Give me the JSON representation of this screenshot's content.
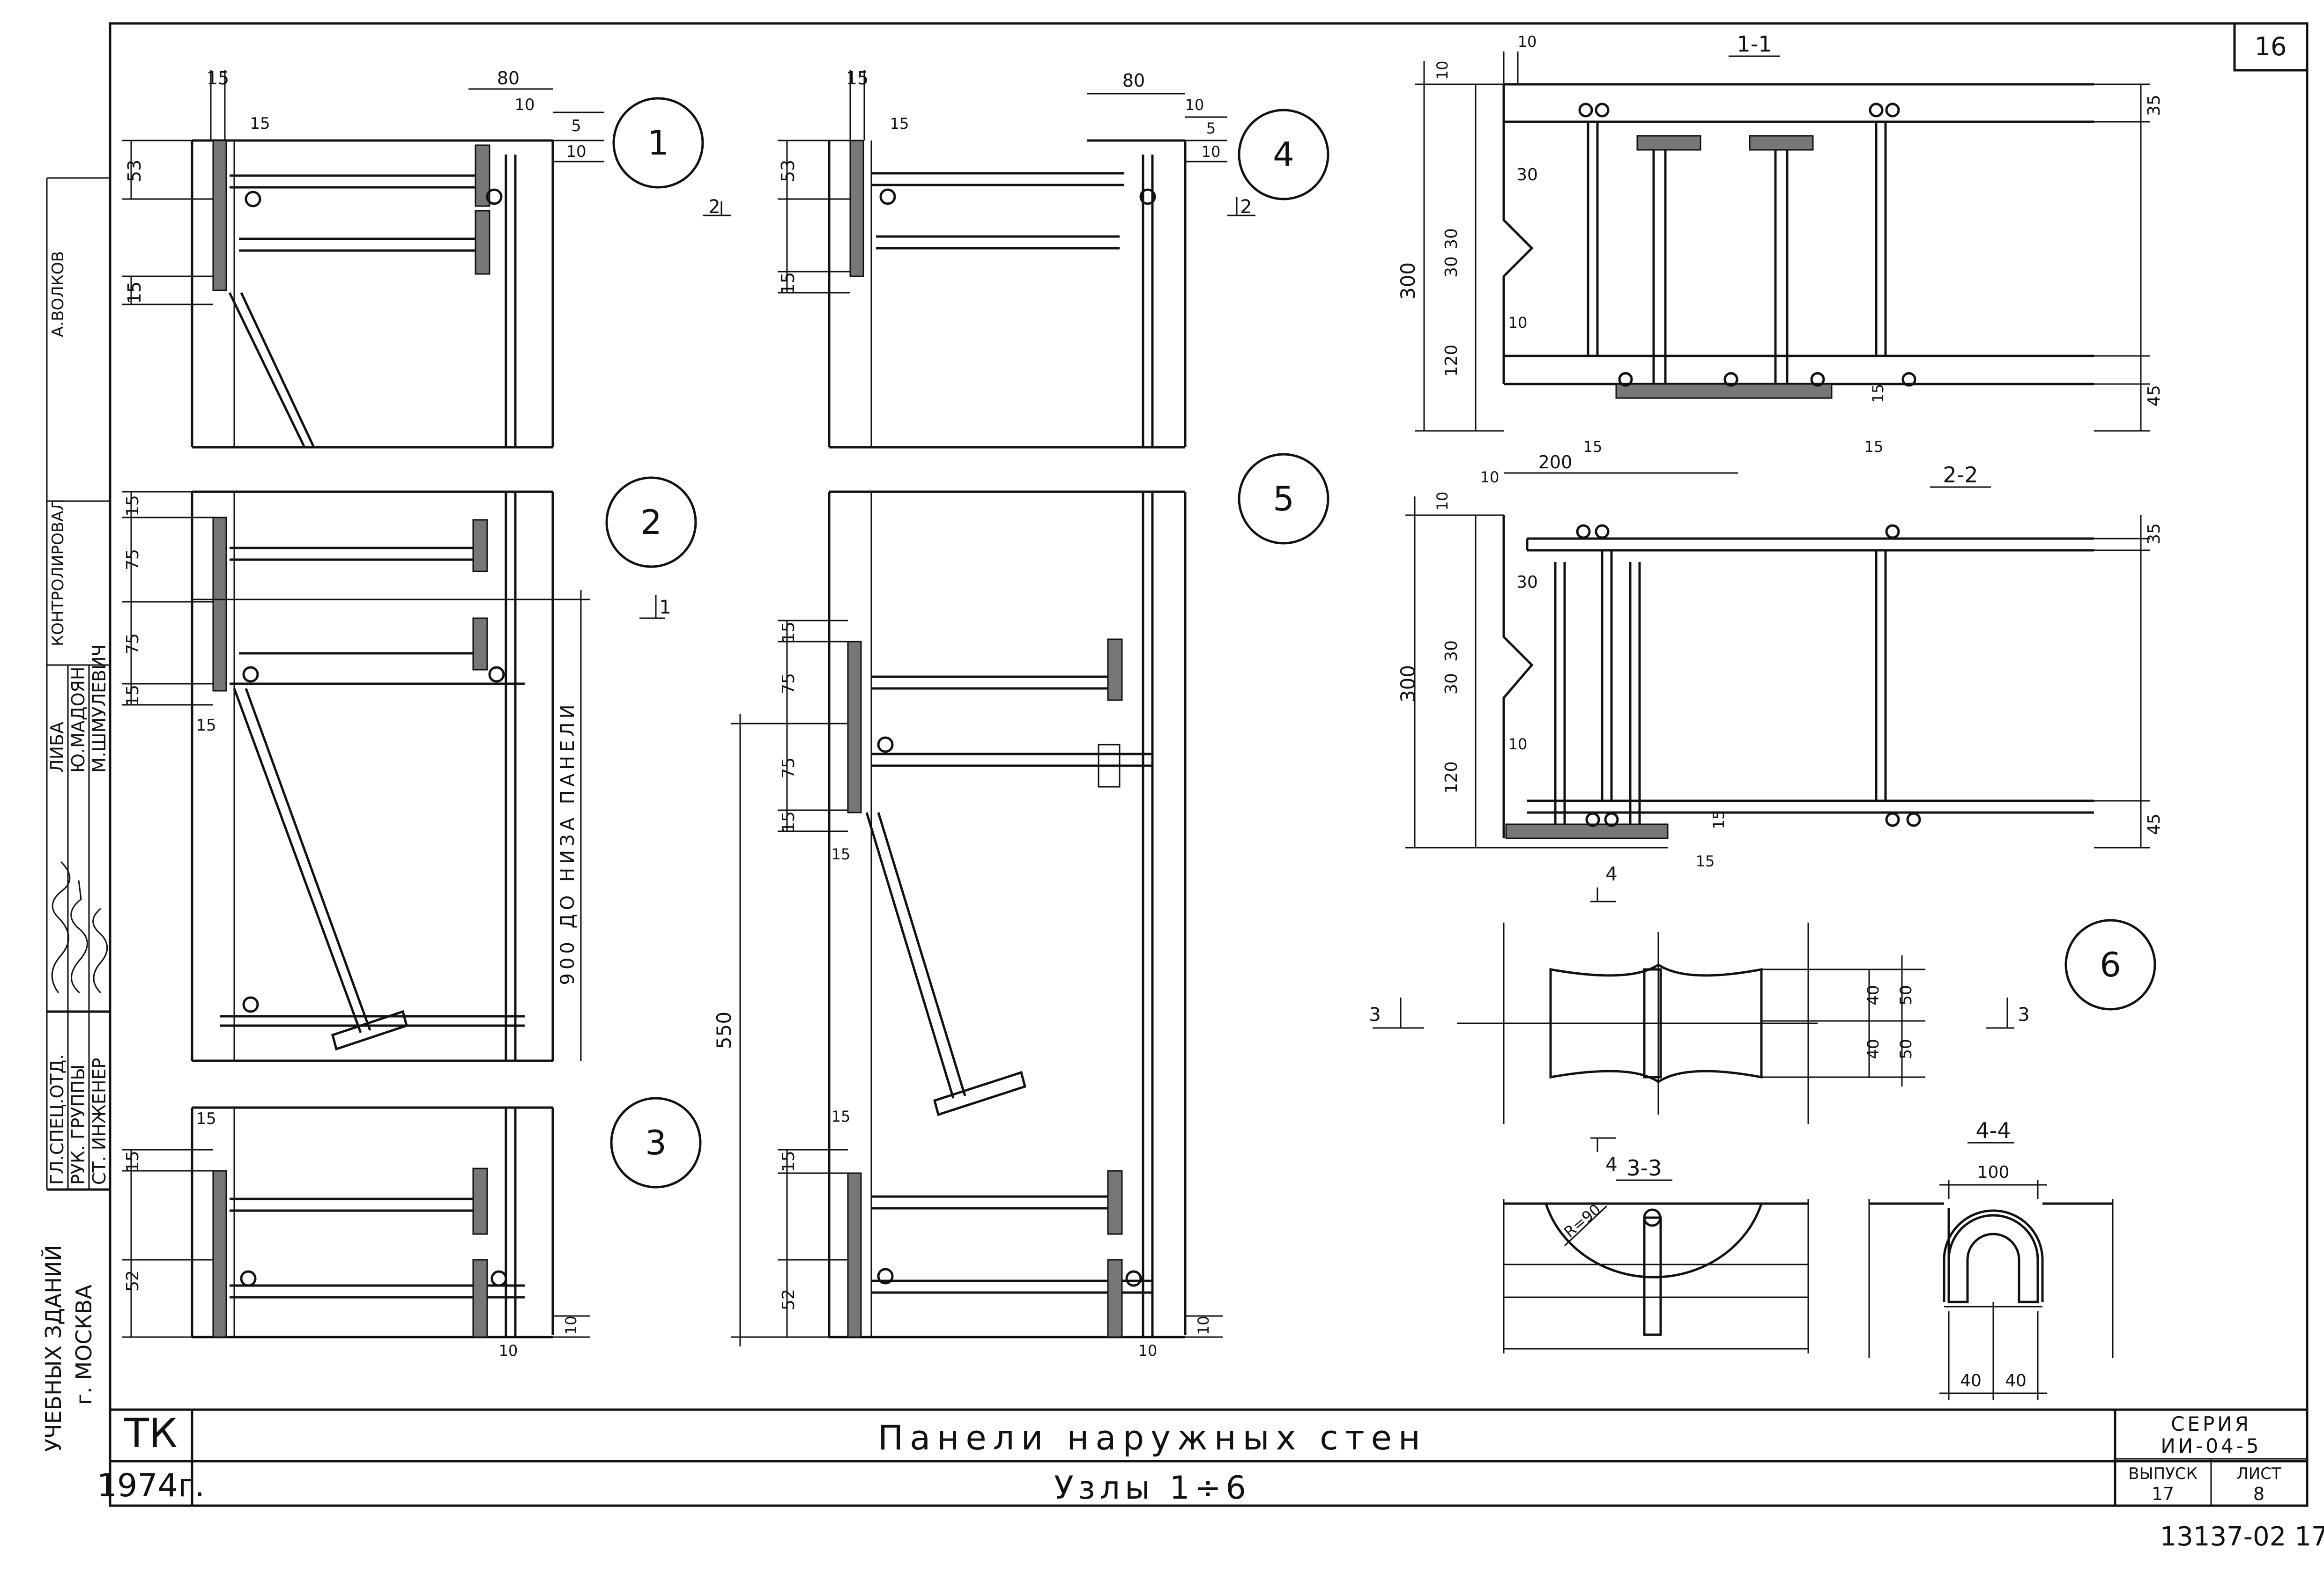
{
  "sheet": {
    "sheet_number": "16",
    "archive_number": "13137-02 17"
  },
  "title_block": {
    "org_mark": "ТК",
    "year": "1974г.",
    "title": "Панели наружных стен",
    "subtitle": "Узлы 1÷6",
    "series_label": "СЕРИЯ",
    "series_value": "ИИ-04-5",
    "issue_label": "ВЫПУСК",
    "issue_value": "17",
    "sheet_label": "ЛИСТ",
    "sheet_value": "8"
  },
  "side_stamp": {
    "role_1": "ГЛ.СПЕЦ.ОТД.",
    "role_2": "РУК. ГРУППЫ",
    "role_3": "СТ. ИНЖЕНЕР",
    "name_1": "ЛИБА",
    "name_2": "Ю.МАДОЯН",
    "name_3": "М.ШМУЛЕВИЧ",
    "org_line_1": "УЧЕБНЫХ ЗДАНИЙ",
    "org_line_2": "г. МОСКВА",
    "top_text_1": "КОНТРОЛИРОВАЛ",
    "top_text_2": "А.ВОЛКОВ"
  },
  "nodes": [
    "1",
    "2",
    "3",
    "4",
    "5",
    "6"
  ],
  "sections": {
    "s11": "1-1",
    "s22": "2-2",
    "s33": "3-3",
    "s44": "4-4",
    "mark_1": "1",
    "mark_2": "2",
    "mark_3": "3",
    "mark_4": "4"
  },
  "dims": {
    "d15": "15",
    "d80": "80",
    "d10": "10",
    "d5": "5",
    "d53": "53",
    "d75": "75",
    "d52": "52",
    "d550": "550",
    "d900": "900 ДО НИЗА ПАНЕЛИ",
    "d300": "300",
    "d30": "30",
    "d120": "120",
    "d35": "35",
    "d45": "45",
    "d200": "200",
    "d40": "40",
    "d50": "50",
    "d100": "100",
    "r90": "R=90"
  }
}
